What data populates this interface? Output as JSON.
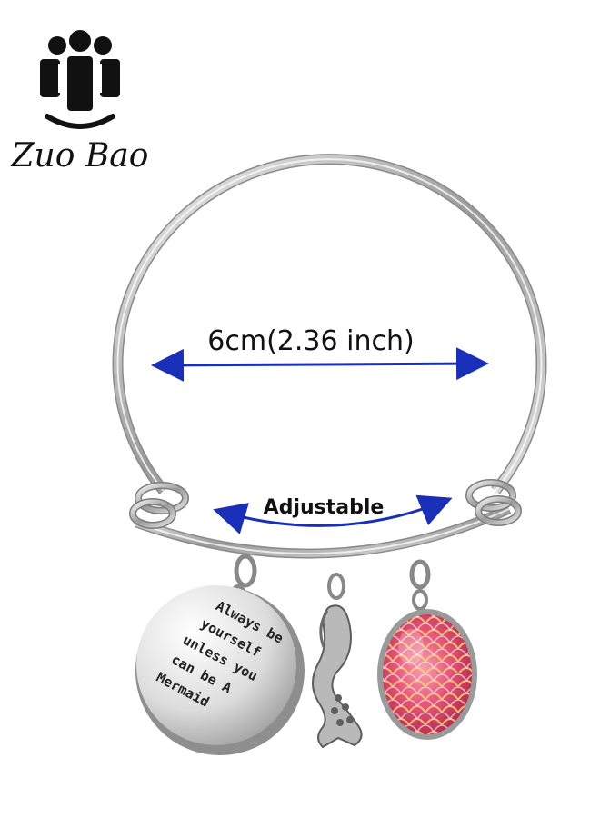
{
  "brand": {
    "name": "Zuo Bao",
    "icon": "three-people-logo-icon"
  },
  "measurements": {
    "diameter_label": "6cm(2.36 inch)",
    "adjustable_label": "Adjustable",
    "arrow_color": "#1a2fb8"
  },
  "charms": {
    "disc_text_lines": [
      "Always be",
      "yourself",
      "unless you",
      "can be A",
      "Mermaid"
    ],
    "mermaid_icon": "mermaid-charm-icon",
    "scale_icon": "mermaid-scale-charm-icon",
    "scale_color": "#e8577a"
  }
}
